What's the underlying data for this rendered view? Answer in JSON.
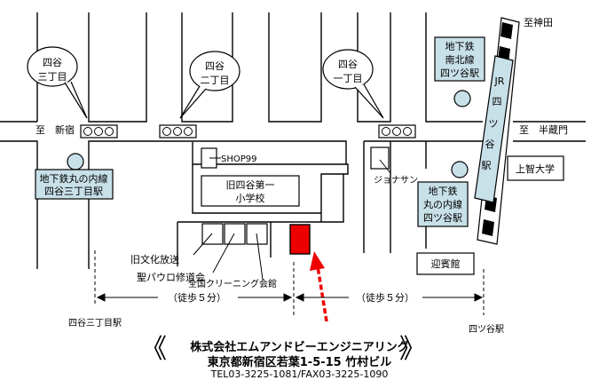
{
  "map": {
    "bubbles": {
      "yotsuya3": [
        "四谷",
        "三丁目"
      ],
      "yotsuya2": [
        "四谷",
        "二丁目"
      ],
      "yotsuya1": [
        "四谷",
        "一丁目"
      ]
    },
    "road_labels": {
      "to_shinjuku": "至　新宿",
      "to_hanzomon": "至　半蔵門",
      "to_kanda": "至神田"
    },
    "stations": {
      "marunouchi_yotsuya3": [
        "地下鉄丸の内線",
        "四谷三丁目駅"
      ],
      "namboku": [
        "地下鉄",
        "南北線",
        "四ツ谷駅"
      ],
      "marunouchi_yotsuya": [
        "地下鉄",
        "丸の内線",
        "四ツ谷駅"
      ],
      "jr_yotsuya": [
        "JR",
        "四",
        "ツ",
        "谷",
        "駅"
      ]
    },
    "buildings": {
      "shop99": "SHOP99",
      "school": [
        "旧四谷第一",
        "小学校"
      ],
      "jonathan": "ジョナサン",
      "sophia": "上智大学",
      "geihinkan": "迎賓館"
    },
    "labels": {
      "bunka": "旧文化放送",
      "paulo": "聖パウロ修道会",
      "cleaning": "全国クリーニング会館"
    },
    "distance": {
      "left": "（徒歩５分）",
      "right": "（徒歩５分）"
    },
    "endpoints": {
      "left": "四谷三丁目駅",
      "right": "四ツ谷駅"
    },
    "colors": {
      "target": "#ee0000",
      "arrow": "#ee0000",
      "station_fill": "#c8e0e8",
      "line": "#000000"
    }
  },
  "company": {
    "name": "株式会社エムアンドビーエンジニアリング",
    "address": "東京都新宿区若葉1-5-15 竹村ビル",
    "tel": "TEL03-3225-1081/FAX03-3225-1090",
    "open_bracket": "《",
    "close_bracket": "》"
  }
}
